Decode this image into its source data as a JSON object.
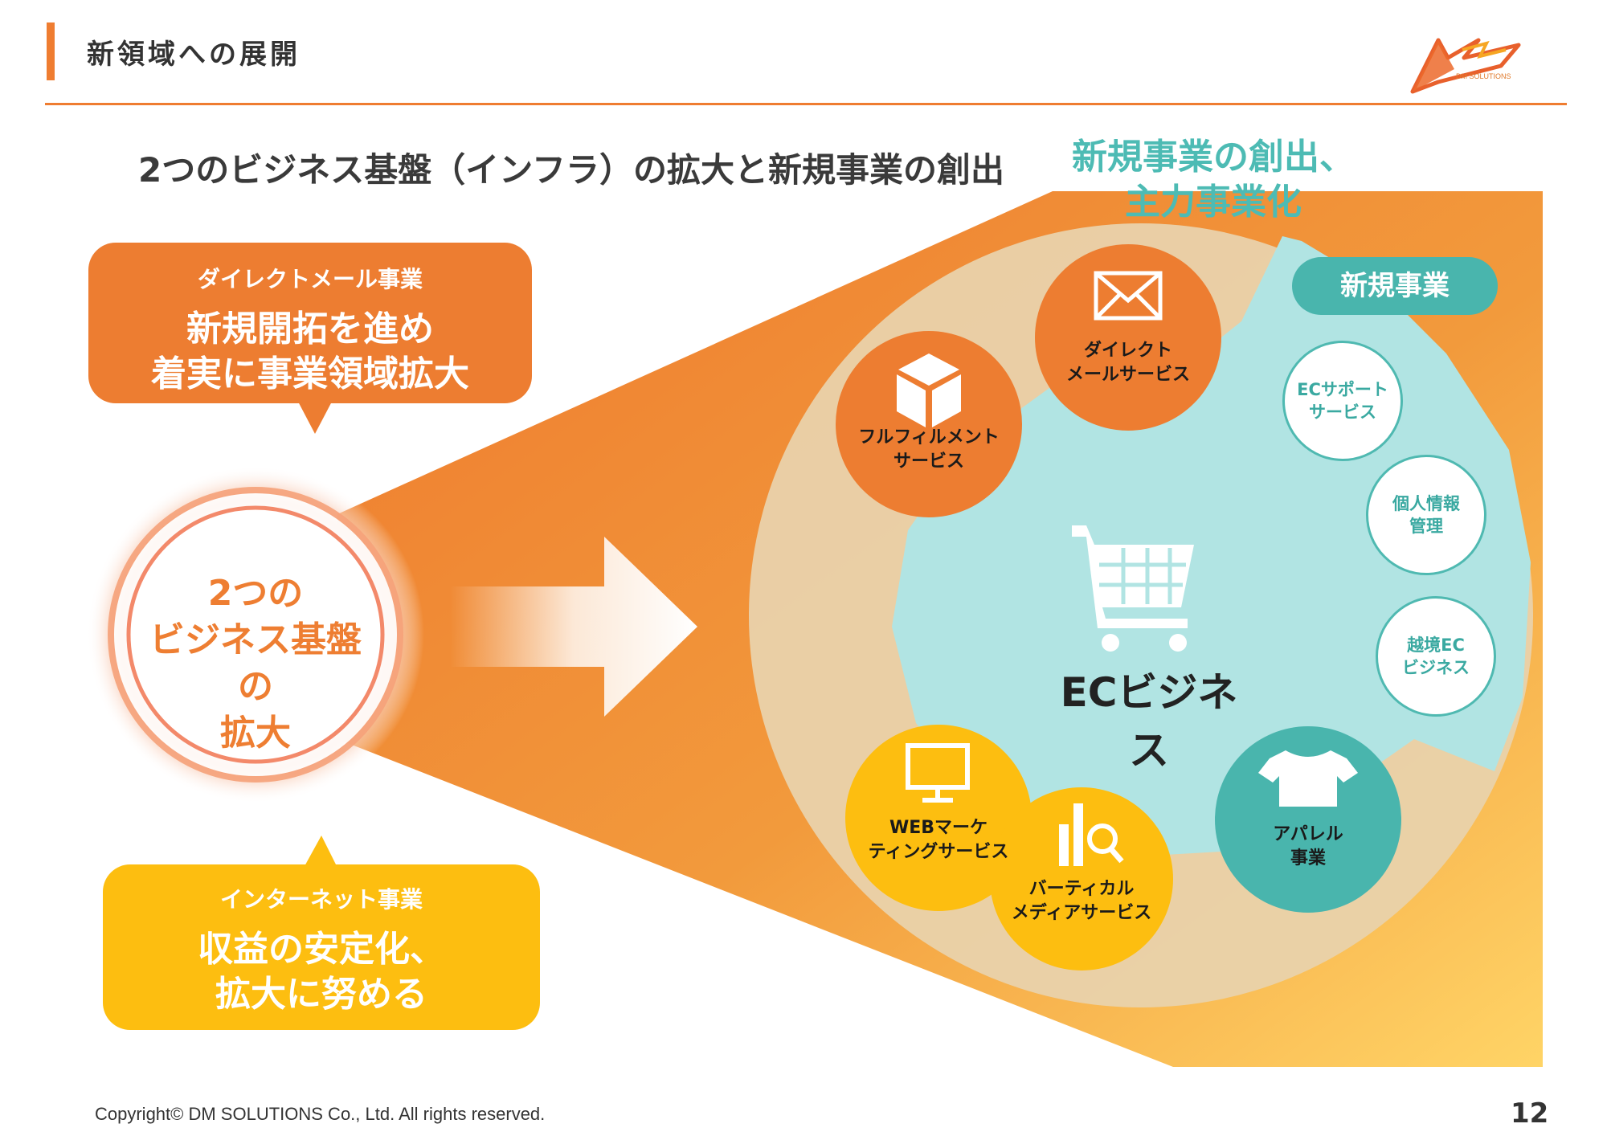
{
  "header": {
    "title": "新領域への展開"
  },
  "logo": {
    "text": "DM SOLUTIONS"
  },
  "subtitle": "2つのビジネス基盤（インフラ）の拡大と新規事業の創出",
  "right_heading": "新規事業の創出、\n主力事業化",
  "dm_bubble": {
    "label": "ダイレクトメール事業",
    "message": "新規開拓を進め\n着実に事業領域拡大"
  },
  "net_bubble": {
    "label": "インターネット事業",
    "message": "収益の安定化、\n拡大に努める"
  },
  "core": {
    "text": "2つの\nビジネス基盤の\n拡大"
  },
  "center": {
    "label": "ECビジネス"
  },
  "new_business": {
    "label": "新規事業"
  },
  "services": {
    "fulfillment": "フルフィルメント\nサービス",
    "dm_service": "ダイレクト\nメールサービス",
    "web_marketing": "WEBマーケ\nティングサービス",
    "vertical_media": "バーティカル\nメディアサービス",
    "apparel": "アパレル\n事業"
  },
  "new_items": {
    "ec_support": "ECサポート\nサービス",
    "personal_info": "個人情報\n管理",
    "cross_border": "越境EC\nビジネス"
  },
  "colors": {
    "orange": "#ed7d31",
    "yellow": "#fdbe10",
    "teal": "#49b5ad",
    "light_teal": "#b2e4e2",
    "beige": "#e8d0a8"
  },
  "footer": {
    "copyright": "Copyright© DM SOLUTIONS Co., Ltd. All rights reserved.",
    "page": "12"
  }
}
